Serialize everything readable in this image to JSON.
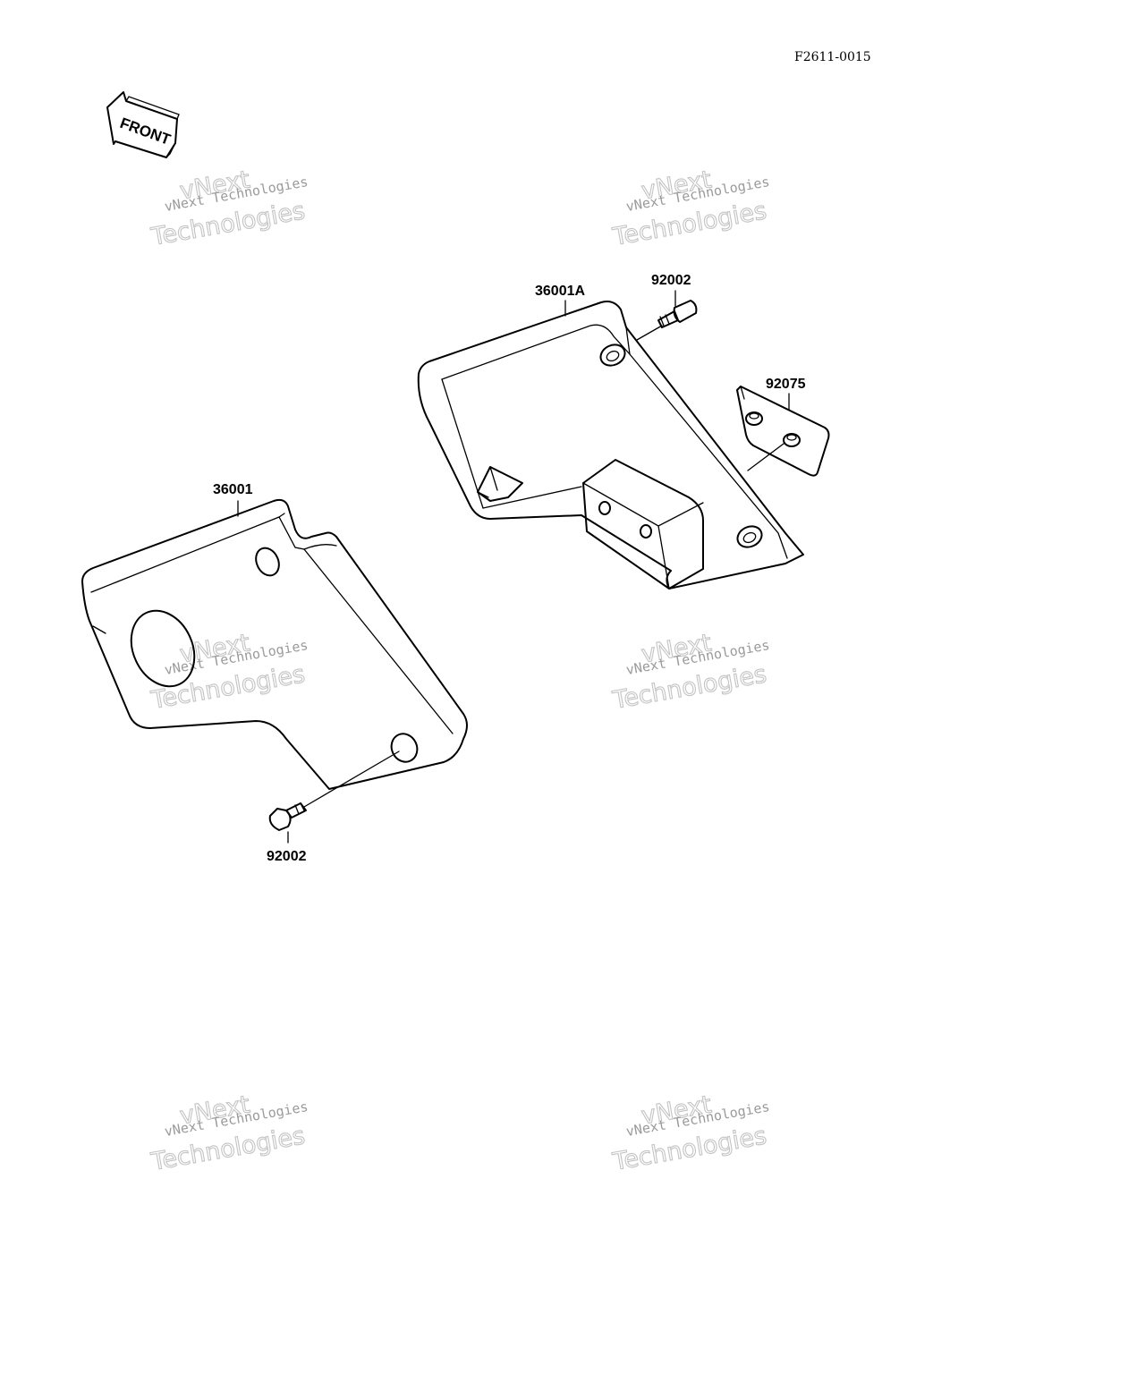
{
  "diagram": {
    "drawing_code": "F2611-0015",
    "front_marker": "FRONT",
    "parts": {
      "cover_left": "36001",
      "cover_right": "36001A",
      "bolt_right": "92002",
      "damper_plate": "92075",
      "bolt_left": "92002"
    },
    "watermark": {
      "small_text": "vNext Technologies",
      "big_line1": "vNext",
      "big_line2": "Technologies"
    }
  }
}
